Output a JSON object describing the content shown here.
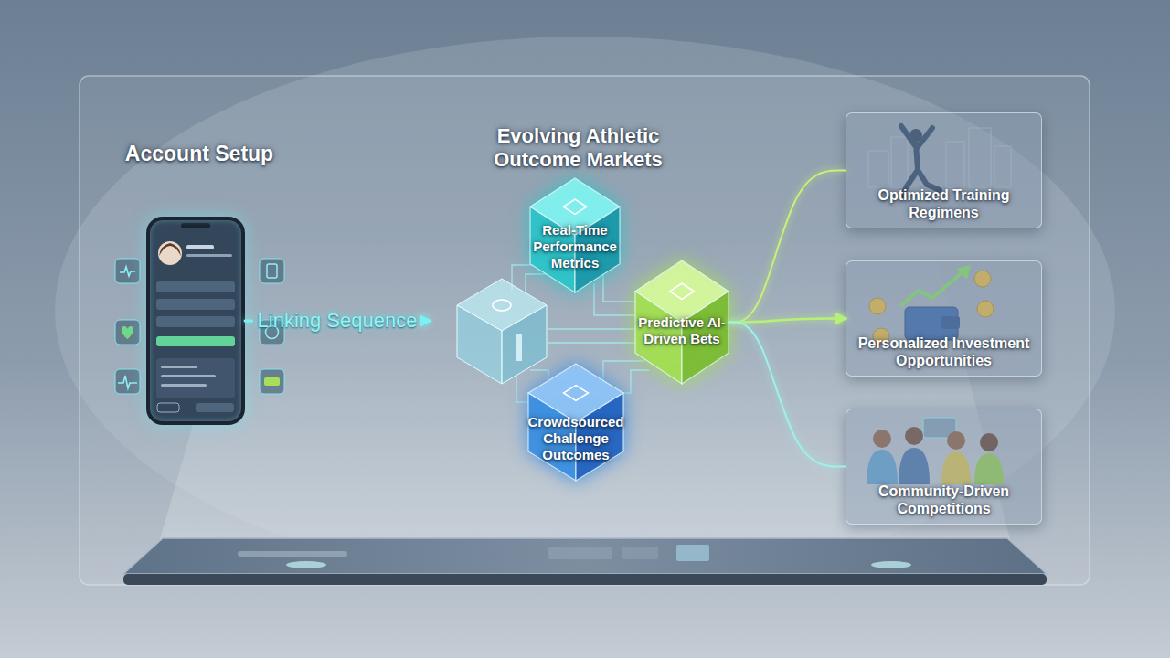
{
  "diagram": {
    "nodes": [
      {
        "text": [
          "Account Setup"
        ]
      },
      {
        "text": [
          "Evolving Athletic Outcome Markets"
        ]
      },
      {
        "text": [
          "Real-Time Performance Metrics"
        ],
        "in": 1
      },
      {
        "text": [
          "Predictive AI-Driven Bets"
        ],
        "in": 1
      },
      {
        "text": [
          "Crowdsourced Challenge Outcomes"
        ],
        "in": 1
      },
      {
        "text": [
          "Optimized Training Regimens"
        ]
      },
      {
        "text": [
          "Personalized Investment Opportunities"
        ]
      },
      {
        "text": [
          "Community-Driven Competitions"
        ]
      }
    ],
    "edges": [
      {
        "from": 0,
        "to": 1,
        "label": "Linking Sequence",
        "arrow": "to"
      },
      {
        "from": 3,
        "to": 5,
        "arrow": "none"
      },
      {
        "from": 3,
        "to": 6,
        "arrow": "to"
      },
      {
        "from": 3,
        "to": 7,
        "arrow": "none"
      }
    ]
  }
}
